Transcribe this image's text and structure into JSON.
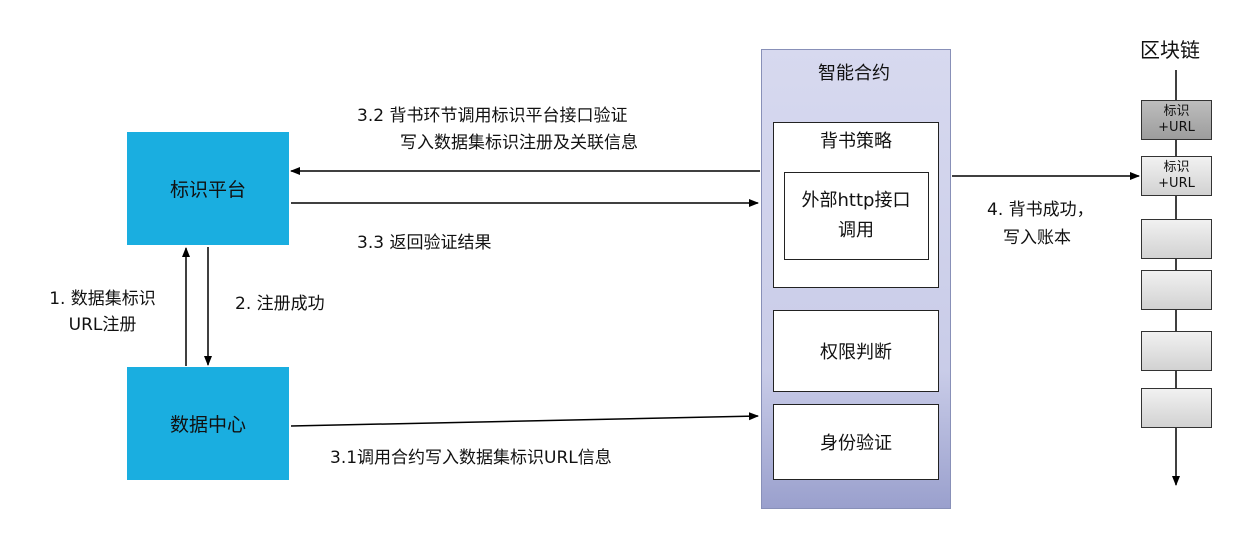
{
  "nodes": {
    "identity_platform": "标识平台",
    "data_center": "数据中心",
    "smart_contract": "智能合约",
    "endorsement_policy": "背书策略",
    "external_http": "外部http接口调用",
    "permission_check": "权限判断",
    "identity_verify": "身份验证",
    "blockchain": "区块链"
  },
  "edges": {
    "step1": "1. 数据集标识URL注册",
    "step2": "2. 注册成功",
    "step3_1": "3.1调用合约写入数据集标识URL信息",
    "step3_2_line1": "3.2  背书环节调用标识平台接口验证",
    "step3_2_line2": "写入数据集标识注册及关联信息",
    "step3_3": "3.3 返回验证结果",
    "step4_line1": "4. 背书成功，",
    "step4_line2": "写入账本"
  },
  "blocks": [
    {
      "label": "标识+URL",
      "dark": true
    },
    {
      "label": "标识+URL",
      "dark": false
    },
    {
      "label": "",
      "dark": false
    },
    {
      "label": "",
      "dark": false
    },
    {
      "label": "",
      "dark": false
    },
    {
      "label": "",
      "dark": false
    }
  ],
  "colors": {
    "platform_fill": "#1aaee0",
    "contract_fill": "#c9cce8"
  }
}
